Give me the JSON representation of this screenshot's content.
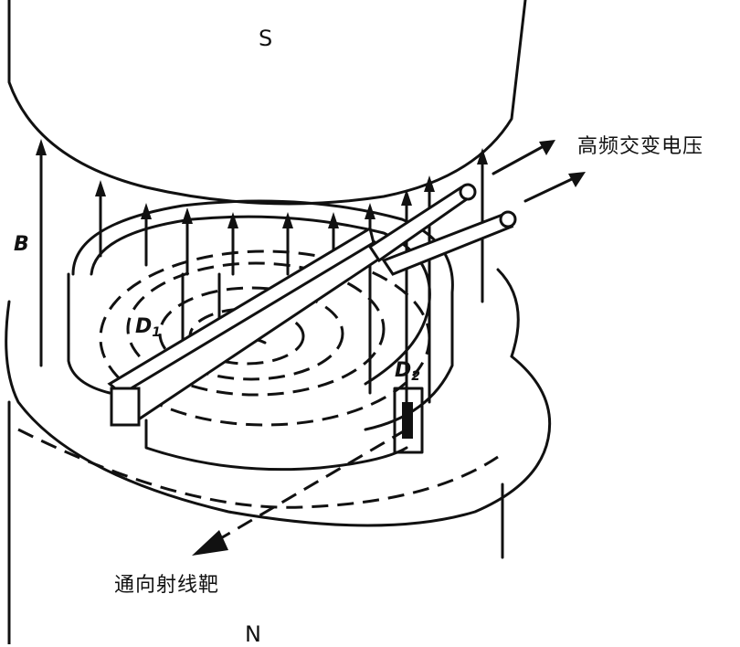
{
  "labels": {
    "top_pole": "S",
    "bottom_pole": "N",
    "field": "B",
    "dee1": "D",
    "dee1_sub": "1",
    "dee2": "D",
    "dee2_sub": "2",
    "hf_voltage": "高频交变电压",
    "to_target": "通向射线靶"
  }
}
